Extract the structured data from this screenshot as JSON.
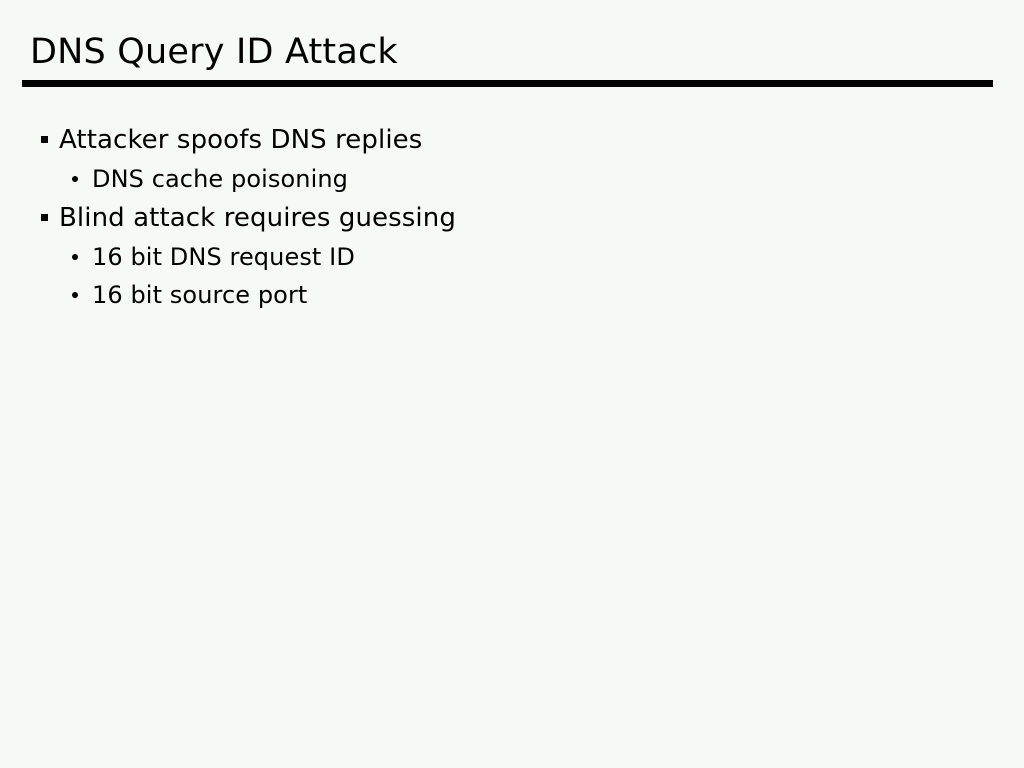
{
  "slide": {
    "title": "DNS Query ID Attack",
    "background_color": "#f5faf7",
    "text_color": "#000000",
    "rule_color": "#000000",
    "bullets": [
      {
        "level": 1,
        "marker": "square-bullet",
        "text": "Attacker spoofs DNS replies"
      },
      {
        "level": 2,
        "marker": "dot-bullet",
        "text": "DNS cache poisoning"
      },
      {
        "level": 1,
        "marker": "square-bullet",
        "text": "Blind attack requires guessing"
      },
      {
        "level": 2,
        "marker": "dot-bullet",
        "text": "16 bit DNS request ID"
      },
      {
        "level": 2,
        "marker": "dot-bullet",
        "text": "16 bit source port"
      }
    ]
  }
}
